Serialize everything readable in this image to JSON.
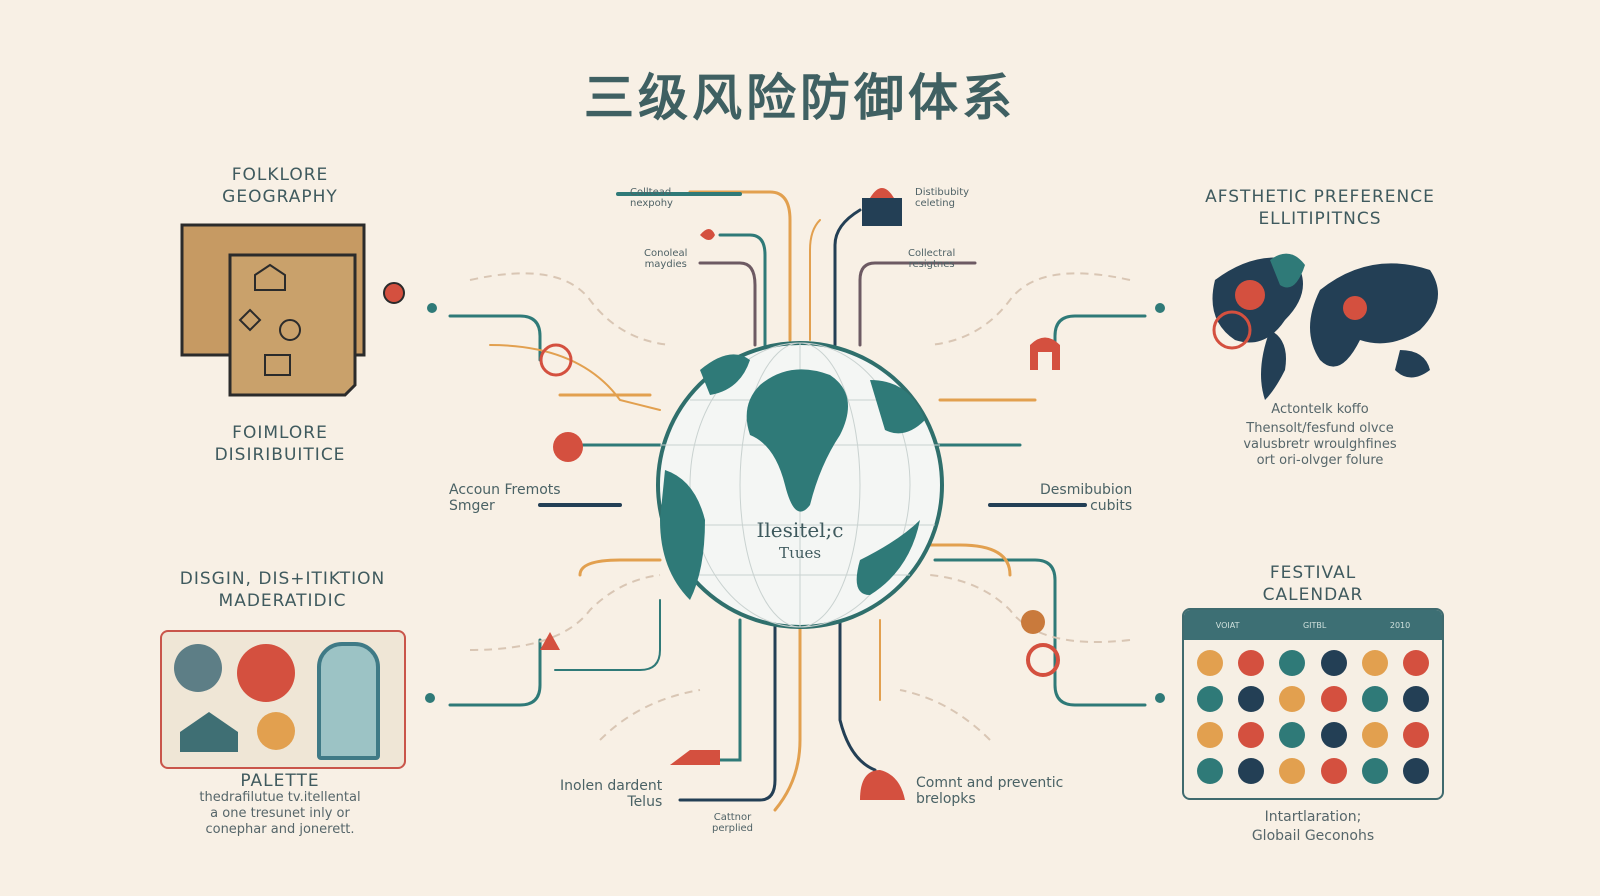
{
  "title": "三级风险防御体系",
  "colors": {
    "teal": "#2f7a78",
    "navy": "#233f55",
    "red": "#d4503f",
    "orange": "#e2a04f",
    "background": "#f8f0e5",
    "plum": "#6d5a63"
  },
  "globe": {
    "line1": "Ilesitel;c",
    "line2": "Tιues"
  },
  "top_labels": [
    {
      "text": "Colltead\nnexpohy"
    },
    {
      "text": "Conoleal\nmaydies"
    },
    {
      "text": "Distibubity\nceleting"
    },
    {
      "text": "Collectral\nresigtnes"
    }
  ],
  "left_labels": {
    "mid": "Accoun Fremots\nSmger"
  },
  "right_labels": {
    "mid": "Desmibubion\ncubits"
  },
  "bottom_labels": [
    {
      "text": "Inolen dardent\nTelus"
    },
    {
      "text": "Cattnor\nperplied"
    },
    {
      "text": "Comnt and preventic\nbrelopks"
    }
  ],
  "panels": {
    "folklore": {
      "heading": "FOLKLORE\nGEOGRAPHY",
      "caption": "FOIMLORE\nDISIRIBUITICE",
      "icon": "map-scroll-icon"
    },
    "design": {
      "heading": "DISGIN, DIS+ITIKTION\nMADERATIDIC",
      "caption": "PALETTE",
      "desc": "thedrafilutue tv.itellental\na one tresunet inly or\nconephar and jonerett.",
      "icon": "symbol-palette-icon"
    },
    "aesthetic": {
      "heading": "AFSTHETIC PREFERENCE\nELLITIPITNCS",
      "caption": "Actontelk koffo",
      "desc": "Thensolt/fesfund olvce\nvalusbretr wroulghfines\nort ori-olvger folure",
      "icon": "world-map-icon"
    },
    "festival": {
      "heading": "FESTIVAL\nCALENDAR",
      "calendar_header": [
        "VOIAT",
        "GITBL",
        "2010"
      ],
      "caption": "Intartlaration;\nGlobail Geconohs",
      "icon": "calendar-icon"
    }
  }
}
